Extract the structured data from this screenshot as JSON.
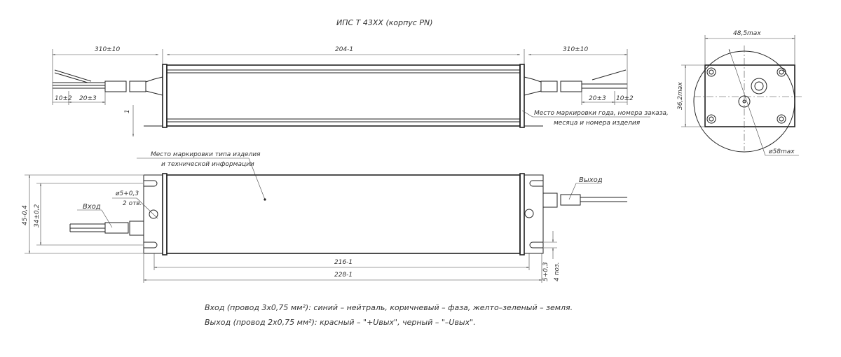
{
  "title": "ИПС Т 43ХХ (корпус PN)",
  "top_view": {
    "dim_left_wire": "310±10",
    "dim_body": "204-1",
    "dim_right_wire": "310±10",
    "dim_strip_left": "10±2",
    "dim_sleeve_left": "20±3",
    "dim_sleeve_right": "20±3",
    "dim_strip_right": "10±2",
    "dim_flange": "1",
    "marking_note_line1": "Место маркировки года, номера заказа,",
    "marking_note_line2": "месяца и номера изделия"
  },
  "end_view": {
    "dim_width": "48,5max",
    "dim_height": "36,2max",
    "dim_diameter": "ø58max"
  },
  "bottom_view": {
    "marking_note_line1": "Место маркировки типа изделия",
    "marking_note_line2": "и технической информации",
    "dim_height_total": "45-0,4",
    "dim_height_holes": "34±0,2",
    "hole_dim": "ø5+0,3",
    "hole_count": "2 отв.",
    "input_label": "Вход",
    "output_label": "Выход",
    "dim_length_holes": "216-1",
    "dim_length_total": "228-1",
    "dim_slot": "5+0,3",
    "dim_slot_pos": "4 поз."
  },
  "notes": {
    "input": "Вход (провод 3х0,75 мм²): синий – нейтраль, коричневый – фаза, желто–зеленый – земля.",
    "output": "Выход (провод 2х0,75 мм²): красный – \"+Uвых\", черный – \"–Uвых\"."
  }
}
